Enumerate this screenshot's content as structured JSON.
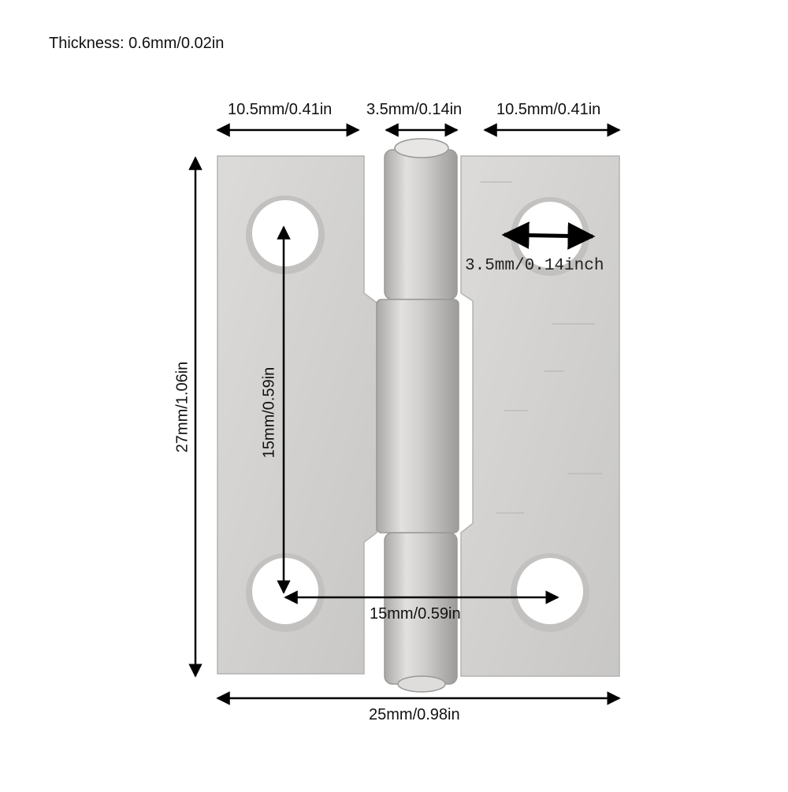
{
  "thickness": "Thickness: 0.6mm/0.02in",
  "dimensions": {
    "left_leaf_width": "10.5mm/0.41in",
    "knuckle_width": "3.5mm/0.14in",
    "right_leaf_width": "10.5mm/0.41in",
    "hole_diameter": "3.5mm/0.14inch",
    "overall_height": "27mm/1.06in",
    "hole_spacing_vertical": "15mm/0.59in",
    "hole_spacing_horizontal": "15mm/0.59in",
    "overall_width": "25mm/0.98in"
  },
  "colors": {
    "leaf": "#d3d2d0",
    "leaf_shadow": "#bdbcba",
    "knuckle": "#c9c8c6",
    "arrow": "#000000",
    "background": "#ffffff"
  }
}
